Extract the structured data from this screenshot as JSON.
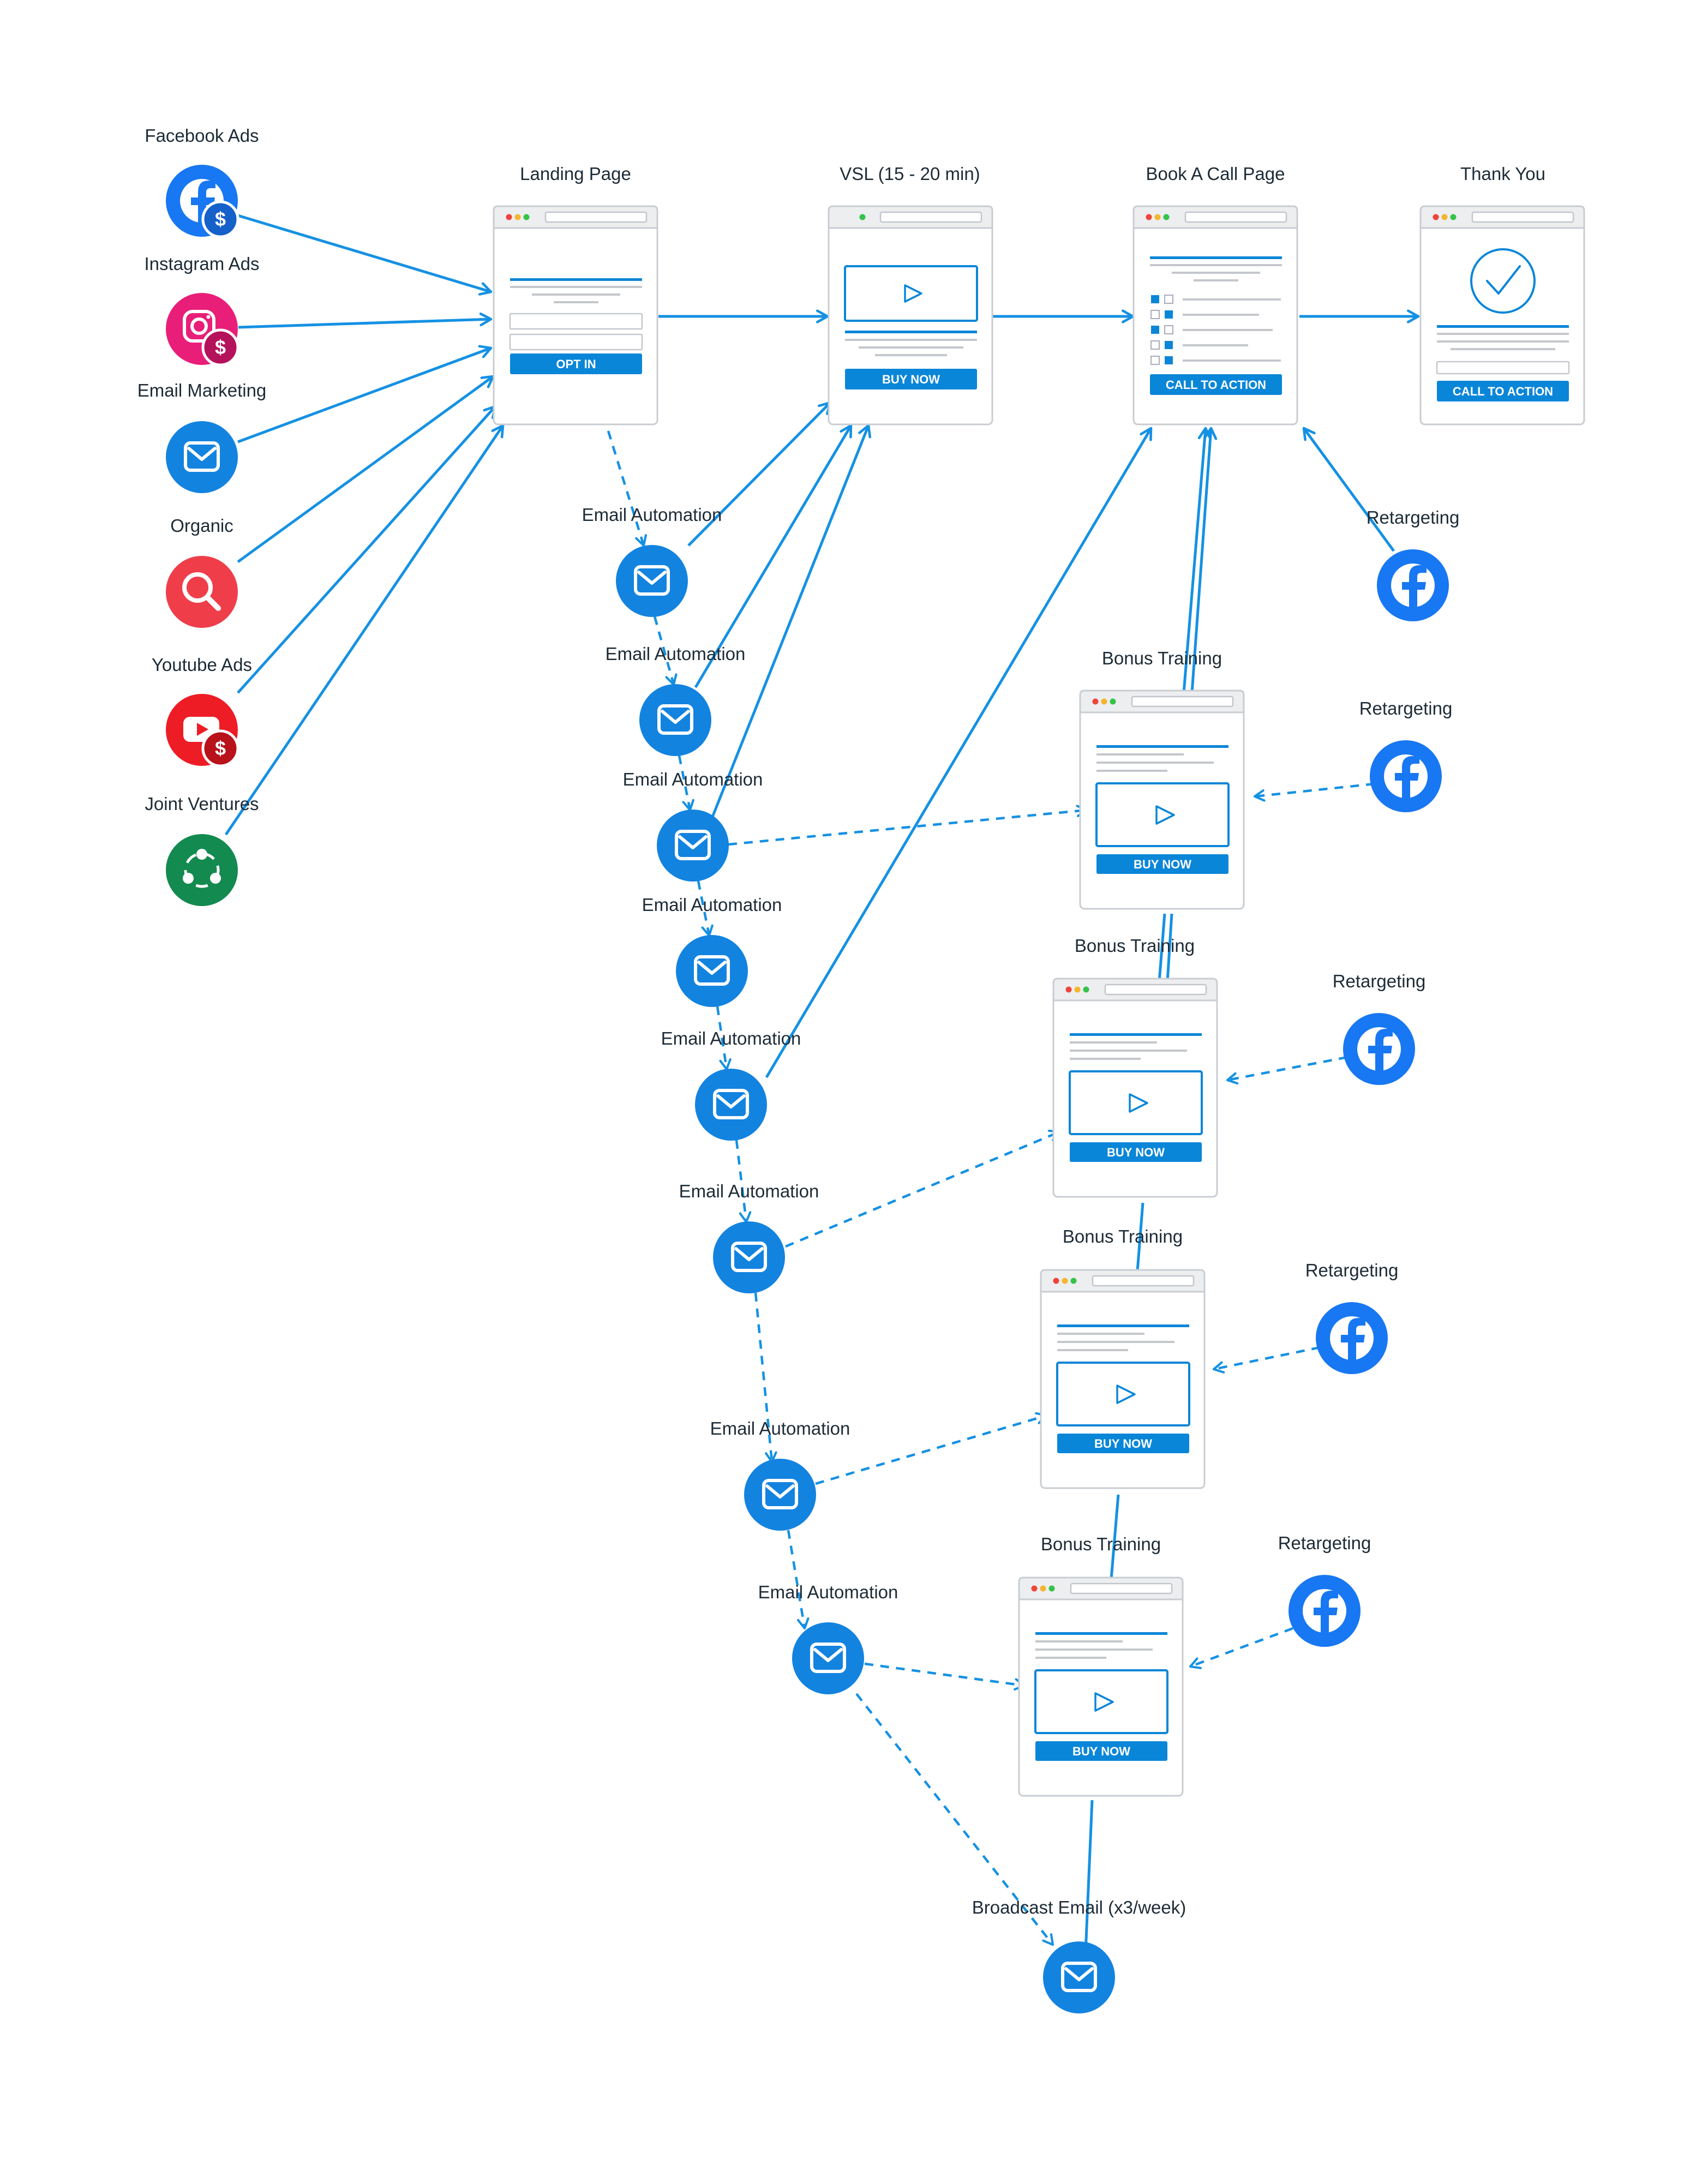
{
  "sources": [
    {
      "label": "Facebook Ads",
      "icon": "facebook-dollar-icon",
      "color": "#1877f2"
    },
    {
      "label": "Instagram Ads",
      "icon": "instagram-dollar-icon",
      "color": "#e91e78"
    },
    {
      "label": "Email Marketing",
      "icon": "email-icon",
      "color": "#1383e0"
    },
    {
      "label": "Organic",
      "icon": "search-icon",
      "color": "#ef3e4a"
    },
    {
      "label": "Youtube Ads",
      "icon": "youtube-dollar-icon",
      "color": "#ee1c25"
    },
    {
      "label": "Joint Ventures",
      "icon": "share-network-icon",
      "color": "#138a4f"
    }
  ],
  "pages": {
    "landing": {
      "label": "Landing Page",
      "button": "OPT IN"
    },
    "vsl": {
      "label": "VSL (15 - 20 min)",
      "button": "BUY NOW"
    },
    "book_call": {
      "label": "Book A Call Page",
      "button": "CALL TO ACTION"
    },
    "thank_you": {
      "label": "Thank You",
      "button": "CALL TO ACTION"
    }
  },
  "bonus_trainings": [
    {
      "label": "Bonus Training",
      "button": "BUY NOW"
    },
    {
      "label": "Bonus Training",
      "button": "BUY NOW"
    },
    {
      "label": "Bonus Training",
      "button": "BUY NOW"
    },
    {
      "label": "Bonus Training",
      "button": "BUY NOW"
    }
  ],
  "retargeting": [
    {
      "label": "Retargeting",
      "icon": "facebook-icon"
    },
    {
      "label": "Retargeting",
      "icon": "facebook-icon"
    },
    {
      "label": "Retargeting",
      "icon": "facebook-icon"
    },
    {
      "label": "Retargeting",
      "icon": "facebook-icon"
    },
    {
      "label": "Retargeting",
      "icon": "facebook-icon"
    }
  ],
  "email_automations": [
    {
      "label": "Email Automation"
    },
    {
      "label": "Email Automation"
    },
    {
      "label": "Email Automation"
    },
    {
      "label": "Email Automation"
    },
    {
      "label": "Email Automation"
    },
    {
      "label": "Email Automation"
    },
    {
      "label": "Email Automation"
    },
    {
      "label": "Email Automation"
    }
  ],
  "broadcast": {
    "label": "Broadcast Email (x3/week)",
    "icon": "email-icon"
  },
  "colors": {
    "accent": "#1591e3",
    "facebook": "#1877f2",
    "email": "#1383e0",
    "button": "#0a86d8"
  }
}
